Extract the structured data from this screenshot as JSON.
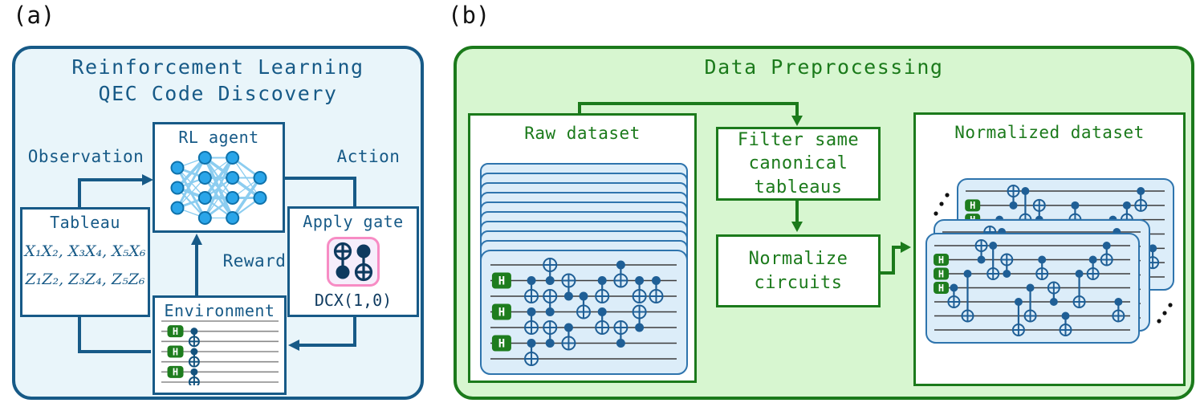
{
  "panel_a": {
    "label": "(a)",
    "title_line1": "Reinforcement Learning",
    "title_line2": "QEC Code Discovery",
    "rl_agent": {
      "title": "RL agent",
      "network_layers": [
        3,
        4,
        4,
        2
      ]
    },
    "labels": {
      "observation": "Observation",
      "action": "Action",
      "reward": "Reward"
    },
    "tableau": {
      "title": "Tableau",
      "row1": "X₁X₂, X₃X₄, X₅X₆",
      "row2": "Z₁Z₂, Z₃Z₄, Z₅Z₆"
    },
    "environment": {
      "title": "Environment"
    },
    "apply_gate": {
      "title": "Apply gate",
      "gate_label": "DCX(1,0)"
    }
  },
  "panel_b": {
    "label": "(b)",
    "title": "Data Preprocessing",
    "raw_dataset": {
      "title": "Raw dataset",
      "stack_count": 9
    },
    "filter_box": {
      "lines": [
        "Filter same",
        "canonical",
        "tableaus"
      ]
    },
    "normalize_box": {
      "lines": [
        "Normalize",
        "circuits"
      ]
    },
    "normalized_dataset": {
      "title": "Normalized dataset"
    }
  },
  "circuits": {
    "h_label": "H",
    "environment": {
      "wires": 7,
      "wire_color": "#8a8a8a",
      "wire_width": 1.6,
      "x_pad": 3,
      "y_pad": 4,
      "h_wires": [
        2,
        4,
        6
      ],
      "h_x": 0.12,
      "h_w": 20,
      "h_h": 15,
      "h_font": 12,
      "gate_color": "#14537e",
      "dot_r": 4.5,
      "targ_r": 6,
      "targ_fill": "#ffffff",
      "cnots": [
        {
          "x": 0.28,
          "c": 2,
          "t": 3
        },
        {
          "x": 0.28,
          "c": 4,
          "t": 5
        },
        {
          "x": 0.28,
          "c": 6,
          "t": 7
        }
      ]
    },
    "raw": {
      "wires": 7,
      "wire_color": "#3c3c3c",
      "wire_width": 1.6,
      "x_pad": 11,
      "y_pad": 17,
      "h_wires": [
        2,
        4,
        6
      ],
      "h_x": 0.06,
      "h_w": 24,
      "h_h": 20,
      "h_font": 14,
      "gate_color": "#1f5f96",
      "dot_r": 5.5,
      "targ_r": 8,
      "targ_fill": "#dcedf9",
      "cnots": [
        {
          "x": 0.22,
          "c": 2,
          "t": 3
        },
        {
          "x": 0.22,
          "c": 4,
          "t": 5
        },
        {
          "x": 0.22,
          "c": 6,
          "t": 7
        },
        {
          "x": 0.32,
          "c": 2,
          "t": 1
        },
        {
          "x": 0.32,
          "c": 4,
          "t": 3
        },
        {
          "x": 0.32,
          "c": 6,
          "t": 5
        },
        {
          "x": 0.42,
          "c": 3,
          "t": 2
        },
        {
          "x": 0.42,
          "c": 5,
          "t": 6
        },
        {
          "x": 0.5,
          "c": 3,
          "t": 4
        },
        {
          "x": 0.6,
          "c": 2,
          "t": 3
        },
        {
          "x": 0.6,
          "c": 4,
          "t": 5
        },
        {
          "x": 0.7,
          "c": 1,
          "t": 2
        },
        {
          "x": 0.7,
          "c": 6,
          "t": 5
        },
        {
          "x": 0.8,
          "c": 2,
          "t": 3
        },
        {
          "x": 0.8,
          "c": 5,
          "t": 4
        },
        {
          "x": 0.89,
          "c": 2,
          "t": 3
        }
      ]
    },
    "normalized": {
      "wires": 7,
      "wire_color": "#3c3c3c",
      "wire_width": 1.5,
      "x_pad": 9,
      "y_pad": 14,
      "h_wires": [
        2,
        3,
        4
      ],
      "h_x": 0.035,
      "h_w": 19,
      "h_h": 15,
      "h_font": 12,
      "gate_color": "#1f5f96",
      "dot_r": 5,
      "targ_r": 7,
      "targ_fill": "#dcedf9",
      "cnots": [
        {
          "x": 0.1,
          "c": 4,
          "t": 5
        },
        {
          "x": 0.17,
          "c": 3,
          "t": 6
        },
        {
          "x": 0.24,
          "c": 2,
          "t": 1
        },
        {
          "x": 0.3,
          "c": 1,
          "t": 3
        },
        {
          "x": 0.37,
          "c": 3,
          "t": 2
        },
        {
          "x": 0.43,
          "c": 5,
          "t": 7
        },
        {
          "x": 0.49,
          "c": 4,
          "t": 6
        },
        {
          "x": 0.55,
          "c": 2,
          "t": 3
        },
        {
          "x": 0.61,
          "c": 5,
          "t": 4
        },
        {
          "x": 0.67,
          "c": 6,
          "t": 7
        },
        {
          "x": 0.74,
          "c": 3,
          "t": 5
        },
        {
          "x": 0.81,
          "c": 2,
          "t": 3
        },
        {
          "x": 0.88,
          "c": 1,
          "t": 2
        },
        {
          "x": 0.94,
          "c": 5,
          "t": 6
        }
      ]
    }
  },
  "colors": {
    "blue_dark": "#175a87",
    "blue_bg": "#e9f5fa",
    "navy": "#0e3a5f",
    "green_dark": "#1b7a1b",
    "green_bg": "#d7f6d0",
    "h_green": "#1e7d1e",
    "card_bg": "#dcedf9",
    "card_border": "#2e74ad",
    "pink": "#f78cc4",
    "pink_bg": "#f6eefb",
    "node_fill": "#2aa5e9",
    "node_stroke": "#0f72ab",
    "edge": "#8ccdf0"
  }
}
